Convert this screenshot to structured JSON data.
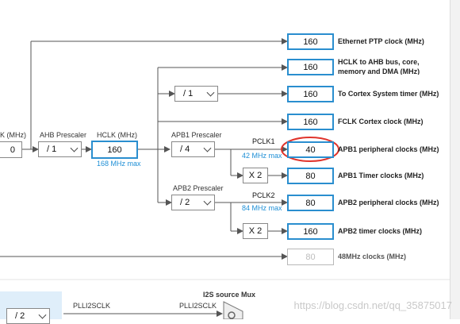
{
  "left_partial_label": "K (MHz)",
  "left_partial_value": "0",
  "ahb_prescaler": {
    "label": "AHB Prescaler",
    "value": "/ 1"
  },
  "hclk": {
    "label": "HCLK (MHz)",
    "value": "160",
    "max": "168 MHz max"
  },
  "apb1_prescaler": {
    "label": "APB1 Prescaler",
    "value": "/ 4"
  },
  "apb2_prescaler": {
    "label": "APB2 Prescaler",
    "value": "/ 2"
  },
  "cortex_divider": {
    "value": "/ 1"
  },
  "pclk1": {
    "label": "PCLK1",
    "max": "42 MHz max"
  },
  "pclk2": {
    "label": "PCLK2",
    "max": "84 MHz max"
  },
  "apb1_timer_mult": "X 2",
  "apb2_timer_mult": "X 2",
  "outputs": [
    {
      "value": "160",
      "label": "Ethernet PTP clock (MHz)"
    },
    {
      "value": "160",
      "label": "HCLK to AHB bus, core,",
      "label2": "memory and DMA (MHz)"
    },
    {
      "value": "160",
      "label": "To Cortex System timer (MHz)"
    },
    {
      "value": "160",
      "label": "FCLK Cortex clock (MHz)"
    },
    {
      "value": "40",
      "label": "APB1 peripheral clocks (MHz)"
    },
    {
      "value": "80",
      "label": "APB1 Timer clocks (MHz)"
    },
    {
      "value": "80",
      "label": "APB2 peripheral clocks (MHz)"
    },
    {
      "value": "160",
      "label": "APB2 timer clocks (MHz)"
    },
    {
      "value": "80",
      "label": "48MHz clocks (MHz)"
    }
  ],
  "i2s_mux_label": "I2S source Mux",
  "plli2sclk_left": "PLLI2SCLK",
  "plli2sclk_right": "PLLI2SCLK",
  "plli2s_divider": "/ 2",
  "watermark": "https://blog.csdn.net/qq_35875017",
  "colors": {
    "accent": "#2a8ecf",
    "max_text": "#1e8fd6",
    "highlight_circle": "#e0342c",
    "i2s_panel": "#dfeefa"
  }
}
